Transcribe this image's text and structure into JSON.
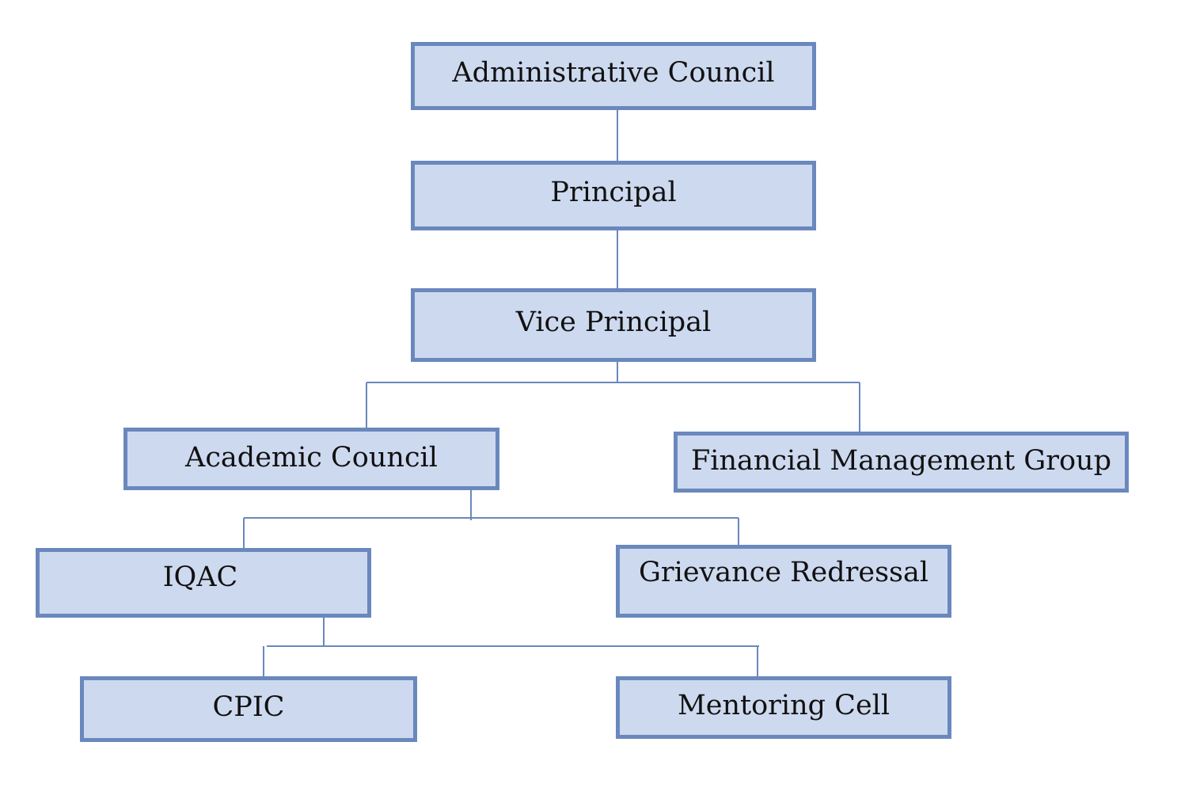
{
  "nodes": {
    "administrative_council": "Administrative Council",
    "principal": "Principal",
    "vice_principal": "Vice Principal",
    "academic_council": "Academic Council",
    "financial_management_group": "Financial Management Group",
    "iqac": "IQAC",
    "grievance_redressal": "Grievance Redressal",
    "cpic": "CPIC",
    "mentoring_cell": "Mentoring Cell"
  },
  "edges": [
    [
      "administrative_council",
      "principal"
    ],
    [
      "principal",
      "vice_principal"
    ],
    [
      "vice_principal",
      "academic_council"
    ],
    [
      "vice_principal",
      "financial_management_group"
    ],
    [
      "academic_council",
      "iqac"
    ],
    [
      "academic_council",
      "grievance_redressal"
    ],
    [
      "iqac",
      "cpic"
    ],
    [
      "iqac",
      "mentoring_cell"
    ]
  ],
  "colors": {
    "box_fill": "#cdd9ef",
    "box_border": "#6a88bd",
    "connector": "#6a88bd"
  }
}
